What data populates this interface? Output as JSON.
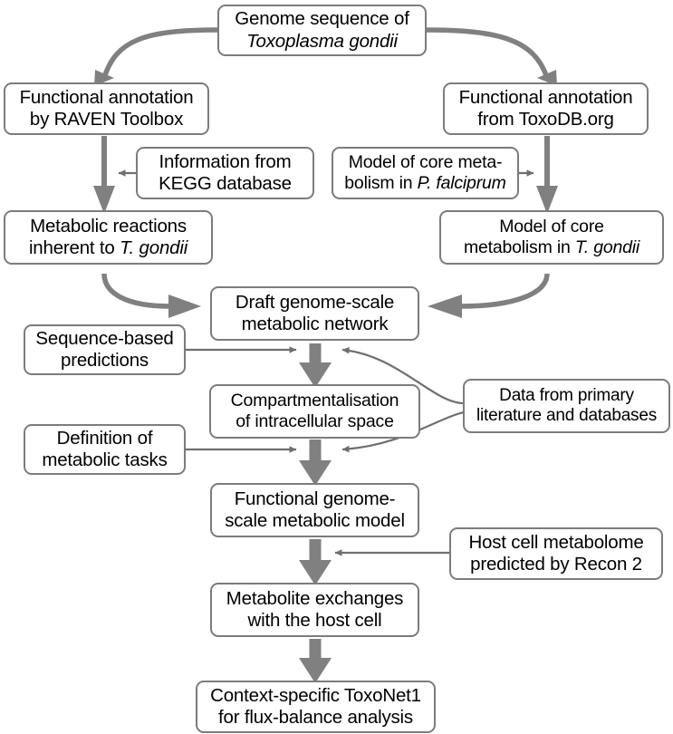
{
  "diagram": {
    "title": "Workflow for reconstruction of the Toxoplasma gondii genome-scale metabolic model ToxoNet1",
    "type": "flowchart",
    "colors": {
      "node_border": "#7c7c7c",
      "node_fill": "#ffffff",
      "text": "#000000",
      "thick_arrow": "#808080",
      "thin_arrow": "#6f6f6f",
      "background": "#ffffff"
    },
    "nodes": [
      {
        "id": "genome-sequence",
        "lines": [
          "Genome sequence of",
          "Toxoplasma gondii"
        ],
        "italic_lines": [
          1
        ]
      },
      {
        "id": "raven-annotation",
        "lines": [
          "Functional annotation",
          "by RAVEN Toolbox"
        ],
        "italic_lines": []
      },
      {
        "id": "toxodb-annotation",
        "lines": [
          "Functional annotation",
          "from ToxoDB.org"
        ],
        "italic_lines": []
      },
      {
        "id": "kegg-information",
        "lines": [
          "Information from",
          "KEGG database"
        ],
        "italic_lines": []
      },
      {
        "id": "pfalciparum-core-model",
        "lines": [
          "Model of core meta-",
          "bolism in P. falciprum"
        ],
        "italic_lines": []
      },
      {
        "id": "metabolic-reactions",
        "lines": [
          "Metabolic reactions",
          "inherent to T. gondii"
        ],
        "italic_lines": []
      },
      {
        "id": "tgondii-core-model",
        "lines": [
          "Model of core",
          "metabolism in T. gondii"
        ],
        "italic_lines": []
      },
      {
        "id": "draft-network",
        "lines": [
          "Draft genome-scale",
          "metabolic network"
        ],
        "italic_lines": []
      },
      {
        "id": "sequence-predictions",
        "lines": [
          "Sequence-based",
          "predictions"
        ],
        "italic_lines": []
      },
      {
        "id": "compartmentalisation",
        "lines": [
          "Compartmentalisation",
          "of intracellular space"
        ],
        "italic_lines": []
      },
      {
        "id": "primary-literature",
        "lines": [
          "Data from primary",
          "literature and databases"
        ],
        "italic_lines": []
      },
      {
        "id": "metabolic-tasks",
        "lines": [
          "Definition of",
          "metabolic tasks"
        ],
        "italic_lines": []
      },
      {
        "id": "functional-model",
        "lines": [
          "Functional genome-",
          "scale metabolic model"
        ],
        "italic_lines": []
      },
      {
        "id": "host-metabolome",
        "lines": [
          "Host cell metabolome",
          "predicted by Recon 2"
        ],
        "italic_lines": []
      },
      {
        "id": "metabolite-exchanges",
        "lines": [
          "Metabolite exchanges",
          "with the host cell"
        ],
        "italic_lines": []
      },
      {
        "id": "toxonet1",
        "lines": [
          "Context-specific ToxoNet1",
          "for flux-balance analysis"
        ],
        "italic_lines": []
      }
    ],
    "edges": [
      {
        "from": "genome-sequence",
        "to": "raven-annotation",
        "style": "curved-thick"
      },
      {
        "from": "genome-sequence",
        "to": "toxodb-annotation",
        "style": "curved-thick"
      },
      {
        "from": "raven-annotation",
        "to": "metabolic-reactions",
        "style": "straight-thick"
      },
      {
        "from": "toxodb-annotation",
        "to": "tgondii-core-model",
        "style": "straight-thick"
      },
      {
        "from": "kegg-information",
        "to": "raven-to-reactions",
        "style": "straight-thin"
      },
      {
        "from": "pfalciparum-core-model",
        "to": "toxodb-to-core",
        "style": "straight-thin"
      },
      {
        "from": "metabolic-reactions",
        "to": "draft-network",
        "style": "curved-thick"
      },
      {
        "from": "tgondii-core-model",
        "to": "draft-network",
        "style": "curved-thick"
      },
      {
        "from": "draft-network",
        "to": "compartmentalisation",
        "style": "straight-thick"
      },
      {
        "from": "sequence-predictions",
        "to": "draft-to-compartment",
        "style": "straight-thin"
      },
      {
        "from": "primary-literature",
        "to": "draft-to-compartment",
        "style": "curved-thin"
      },
      {
        "from": "compartmentalisation",
        "to": "functional-model",
        "style": "straight-thick"
      },
      {
        "from": "metabolic-tasks",
        "to": "compartment-to-functional",
        "style": "straight-thin"
      },
      {
        "from": "primary-literature",
        "to": "compartment-to-functional",
        "style": "curved-thin"
      },
      {
        "from": "functional-model",
        "to": "metabolite-exchanges",
        "style": "straight-thick"
      },
      {
        "from": "host-metabolome",
        "to": "functional-to-exchanges",
        "style": "straight-thin"
      },
      {
        "from": "metabolite-exchanges",
        "to": "toxonet1",
        "style": "straight-thick"
      }
    ]
  }
}
